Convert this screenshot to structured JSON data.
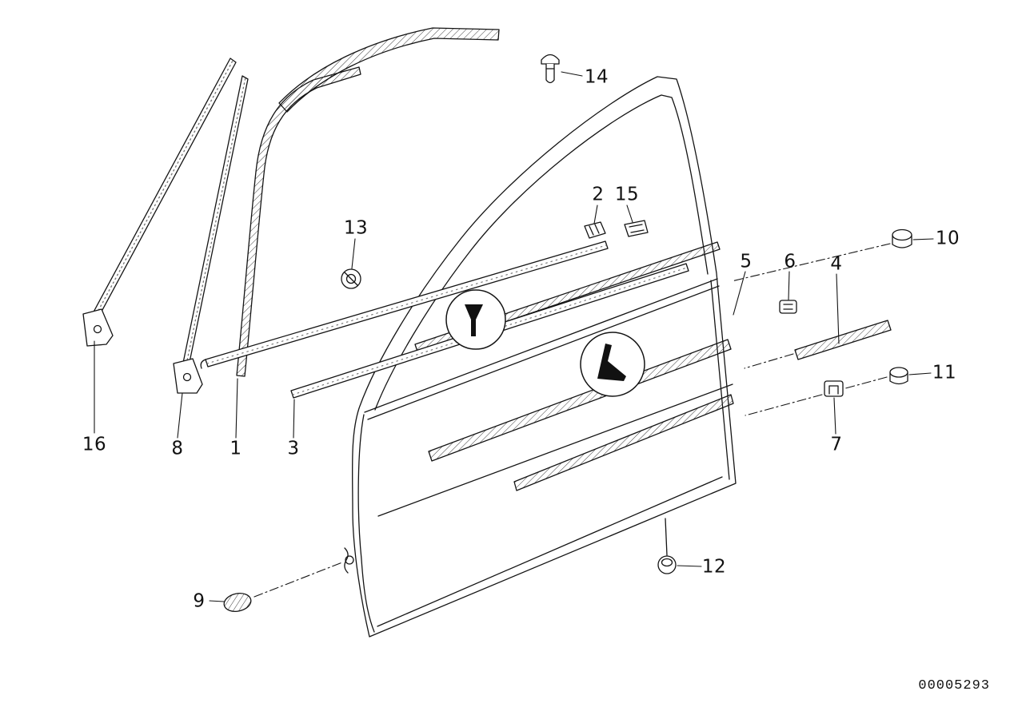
{
  "diagram": {
    "background_color": "#ffffff",
    "line_color": "#141414"
  },
  "callouts": {
    "n1": "1",
    "n2": "2",
    "n3": "3",
    "n4": "4",
    "n5": "5",
    "n6": "6",
    "n7": "7",
    "n8": "8",
    "n9": "9",
    "n10": "10",
    "n11": "11",
    "n12": "12",
    "n13": "13",
    "n14": "14",
    "n15": "15",
    "n16": "16"
  },
  "footer": {
    "diagram_number": "00005293"
  }
}
